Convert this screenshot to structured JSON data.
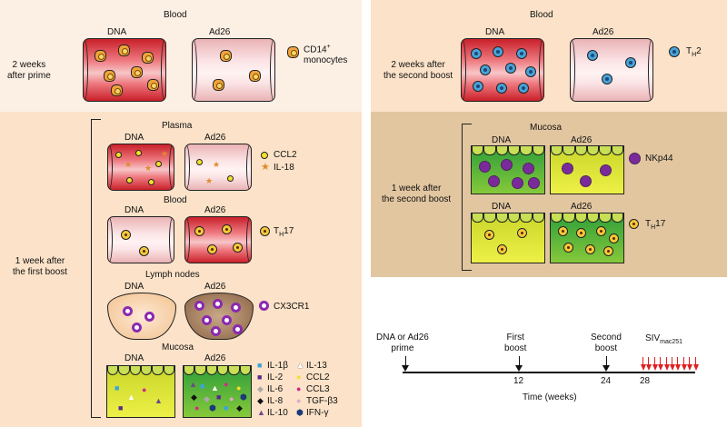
{
  "colors": {
    "left_top_bg": "#fcefe4",
    "left_bottom_bg": "#fbe2c8",
    "right_top_bg": "#fbe2c8",
    "right_mid_bg": "#e2c6a0",
    "blood_red": "#c9202a",
    "mucosa_green": "#2e9e3a",
    "mucosa_yellow": "#e8ec3a",
    "timeline_arrow": "#e02020"
  },
  "left": {
    "top": {
      "title": "Blood",
      "col_dna": "DNA",
      "col_ad26": "Ad26",
      "time": "2 weeks\nafter prime",
      "legend_cd14": "CD14",
      "legend_cd14_sup": "+",
      "legend_cd14_2": "monocytes"
    },
    "bottom": {
      "time": "1 week after\nthe first boost",
      "plasma": {
        "title": "Plasma",
        "col_dna": "DNA",
        "col_ad26": "Ad26",
        "legend_ccl2": "CCL2",
        "legend_il18": "IL-18"
      },
      "blood": {
        "title": "Blood",
        "col_dna": "DNA",
        "col_ad26": "Ad26",
        "legend_th17_main": "T",
        "legend_th17_sub": "H",
        "legend_th17_end": "17"
      },
      "lymph": {
        "title": "Lymph nodes",
        "col_dna": "DNA",
        "col_ad26": "Ad26",
        "legend_cx3cr1": "CX3CR1"
      },
      "mucosa": {
        "title": "Mucosa",
        "col_dna": "DNA",
        "col_ad26": "Ad26",
        "legend_col1": [
          "IL-1β",
          "IL-2",
          "IL-6",
          "IL-8",
          "IL-10"
        ],
        "legend_col2": [
          "IL-13",
          "CCL2",
          "CCL3",
          "TGF-β3",
          "IFN-γ"
        ]
      }
    }
  },
  "right": {
    "top": {
      "title": "Blood",
      "col_dna": "DNA",
      "col_ad26": "Ad26",
      "time": "2 weeks after\nthe second boost",
      "legend_th2_main": "T",
      "legend_th2_sub": "H",
      "legend_th2_end": "2"
    },
    "mid": {
      "title": "Mucosa",
      "col_dna": "DNA",
      "col_ad26": "Ad26",
      "col_dna2": "DNA",
      "col_ad26_2": "Ad26",
      "time": "1 week after\nthe second boost",
      "legend_nkp44": "NKp44",
      "legend_th17_main": "T",
      "legend_th17_sub": "H",
      "legend_th17_end": "17"
    },
    "timeline": {
      "ev_prime": "DNA or Ad26\nprime",
      "ev_first": "First\nboost",
      "ev_second": "Second\nboost",
      "ev_siv_main": "SIV",
      "ev_siv_sub": "mac251",
      "tick_12": "12",
      "tick_24": "24",
      "tick_28": "28",
      "axis_label": "Time (weeks)"
    }
  }
}
